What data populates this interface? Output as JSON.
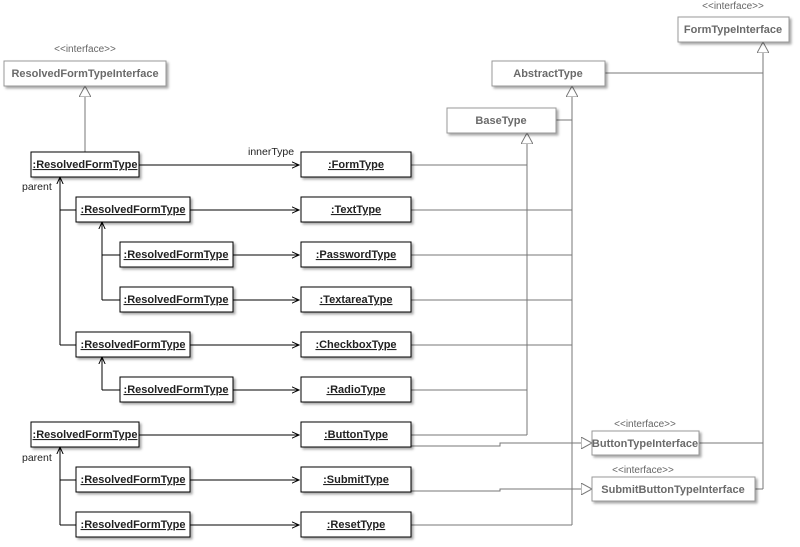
{
  "interfaces": {
    "resolved_form_type_interface": {
      "stereotype": "<<interface>>",
      "name": "ResolvedFormTypeInterface"
    },
    "form_type_interface": {
      "stereotype": "<<interface>>",
      "name": "FormTypeInterface"
    },
    "button_type_interface": {
      "stereotype": "<<interface>>",
      "name": "ButtonTypeInterface"
    },
    "submit_button_type_interface": {
      "stereotype": "<<interface>>",
      "name": "SubmitButtonTypeInterface"
    }
  },
  "classes": {
    "abstract_type": "AbstractType",
    "base_type": "BaseType"
  },
  "resolved": {
    "form": ":ResolvedFormType",
    "text": ":ResolvedFormType",
    "password": ":ResolvedFormType",
    "textarea": ":ResolvedFormType",
    "checkbox": ":ResolvedFormType",
    "radio": ":ResolvedFormType",
    "button": ":ResolvedFormType",
    "submit": ":ResolvedFormType",
    "reset": ":ResolvedFormType"
  },
  "types": {
    "form": ":FormType",
    "text": ":TextType",
    "password": ":PasswordType",
    "textarea": ":TextareaType",
    "checkbox": ":CheckboxType",
    "radio": ":RadioType",
    "button": ":ButtonType",
    "submit": ":SubmitType",
    "reset": ":ResetType"
  },
  "labels": {
    "inner_type": "innerType",
    "parent_1": "parent",
    "parent_2": "parent"
  }
}
